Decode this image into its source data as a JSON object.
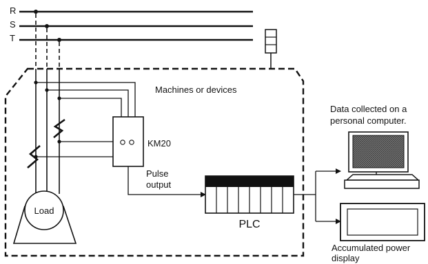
{
  "phases": [
    "R",
    "S",
    "T"
  ],
  "machines_label": "Machines or devices",
  "meter_label": "KM20",
  "meter_dots": "○ ○",
  "pulse_label_1": "Pulse",
  "pulse_label_2": "output",
  "load_label": "Load",
  "plc_label": "PLC",
  "computer_label_1": "Data collected on a",
  "computer_label_2": "personal computer.",
  "display_label_1": "Accumulated power",
  "display_label_2": "display"
}
